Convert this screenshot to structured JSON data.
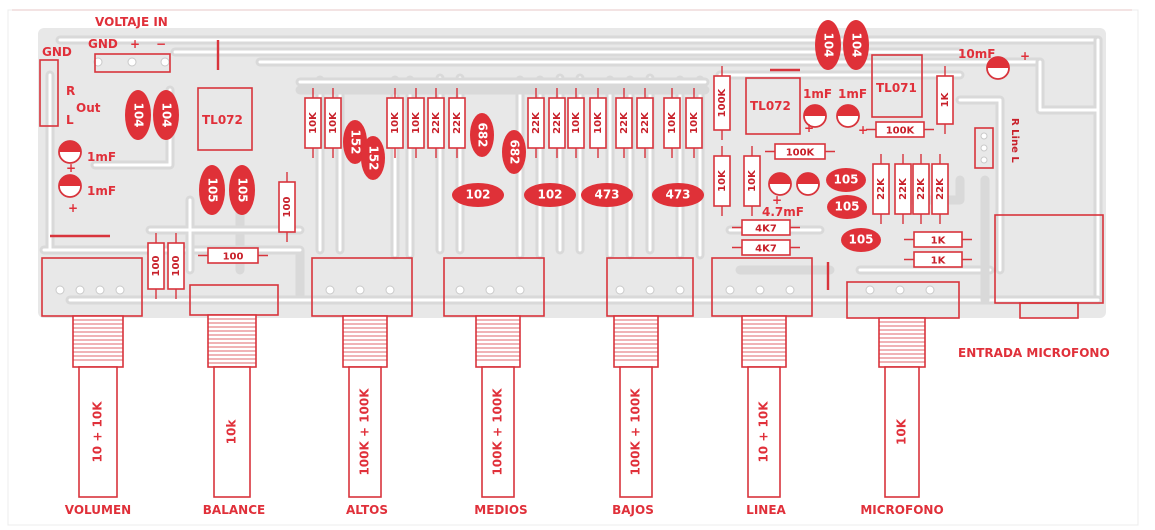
{
  "header": {
    "voltage_in": "VOLTAJE IN",
    "gnd": "GND",
    "plus": "+",
    "minus": "−"
  },
  "left_connector": {
    "gnd": "GND",
    "r": "R",
    "out": "Out",
    "l": "L"
  },
  "ics": [
    "TL072",
    "TL072",
    "TL071"
  ],
  "ceramic_caps": [
    {
      "label": "104"
    },
    {
      "label": "104"
    },
    {
      "label": "104"
    },
    {
      "label": "104"
    },
    {
      "label": "105"
    },
    {
      "label": "105"
    },
    {
      "label": "152"
    },
    {
      "label": "152"
    },
    {
      "label": "682"
    },
    {
      "label": "682"
    },
    {
      "label": "102"
    },
    {
      "label": "102"
    },
    {
      "label": "473"
    },
    {
      "label": "473"
    },
    {
      "label": "105"
    },
    {
      "label": "105"
    },
    {
      "label": "105"
    }
  ],
  "electrolytics": [
    {
      "label": "1mF",
      "pol": "+"
    },
    {
      "label": "1mF",
      "pol": "+"
    },
    {
      "label": "1mF",
      "pol": "+"
    },
    {
      "label": "1mF",
      "pol": "+"
    },
    {
      "label": "4.7mF",
      "pol": "+"
    },
    {
      "label": "10mF",
      "pol": "+"
    }
  ],
  "resistors_vertical": [
    "10K",
    "10K",
    "10K",
    "10K",
    "22K",
    "22K",
    "22K",
    "22K",
    "10K",
    "10K",
    "22K",
    "22K",
    "10K",
    "10K",
    "100K",
    "10K",
    "10K",
    "22K",
    "22K",
    "22K",
    "22K",
    "1K",
    "100",
    "100",
    "100"
  ],
  "resistors_horizontal": [
    "100",
    "100K",
    "100K",
    "4K7",
    "4K7",
    "1K",
    "1K"
  ],
  "line_jack": "R Line L",
  "mic_input": "ENTRADA MICROFONO",
  "pots": [
    {
      "value": "10 + 10K",
      "name": "VOLUMEN"
    },
    {
      "value": "10k",
      "name": "BALANCE"
    },
    {
      "value": "100K + 100K",
      "name": "ALTOS"
    },
    {
      "value": "100K + 100K",
      "name": "MEDIOS"
    },
    {
      "value": "100K + 100K",
      "name": "BAJOS"
    },
    {
      "value": "10 + 10K",
      "name": "LINEA"
    },
    {
      "value": "10K",
      "name": "MICROFONO"
    }
  ]
}
